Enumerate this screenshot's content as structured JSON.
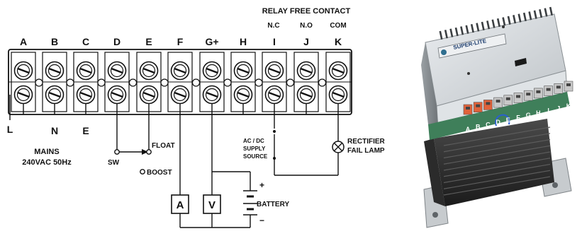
{
  "diagram": {
    "header": {
      "relay_title": "RELAY FREE CONTACT",
      "nc": "N.C",
      "no": "N.O",
      "com": "COM"
    },
    "terminals": [
      "A",
      "B",
      "C",
      "D",
      "E",
      "F",
      "G+",
      "H",
      "I",
      "J",
      "K"
    ],
    "bottom_labels": {
      "l": "L",
      "n": "N",
      "e": "E"
    },
    "mains": {
      "line1": "MAINS",
      "line2": "240VAC 50Hz"
    },
    "switch": {
      "sw": "SW",
      "float": "FLOAT",
      "boost": "BOOST"
    },
    "supply": {
      "line1": "AC / DC",
      "line2": "SUPPLY",
      "line3": "SOURCE"
    },
    "lamp": {
      "line1": "RECTIFIER",
      "line2": "FAIL LAMP"
    },
    "meters": {
      "ammeter": "A",
      "voltmeter": "V"
    },
    "battery": {
      "label": "BATTERY",
      "plus": "+",
      "minus": "−"
    }
  },
  "product": {
    "brand": "SUPER-LITE",
    "terminal_letters": [
      "A",
      "B",
      "C",
      "D",
      "E",
      "F",
      "G",
      "H",
      "I",
      "J",
      "K"
    ]
  }
}
